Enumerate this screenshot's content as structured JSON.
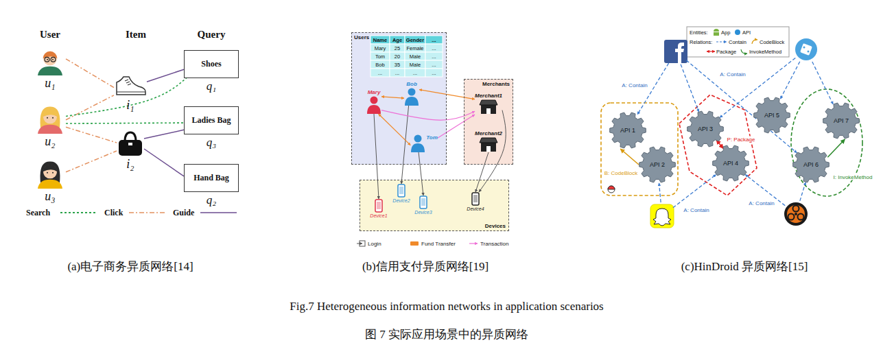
{
  "diagram": {
    "caption": "Fig.7 Heterogeneous information networks in application scenarios",
    "nodes": [
      {
        "text": [
          "u₁"
        ]
      },
      {
        "text": [
          "u₂"
        ]
      },
      {
        "text": [
          "u₃"
        ]
      },
      {
        "text": [
          "i₁"
        ]
      },
      {
        "text": [
          "i₂"
        ]
      },
      {
        "text": [
          "Shoes",
          "q₁"
        ]
      },
      {
        "text": [
          "Ladies Bag",
          "q₃"
        ]
      },
      {
        "text": [
          "Hand Bag",
          "q₂"
        ]
      },
      {
        "text": [
          "Users"
        ]
      },
      {
        "text": [
          "Mary"
        ],
        "in": 8
      },
      {
        "text": [
          "Bob"
        ],
        "in": 8
      },
      {
        "text": [
          "Tom"
        ],
        "in": 8
      },
      {
        "text": [
          "Merchants"
        ]
      },
      {
        "text": [
          "Merchant1"
        ],
        "in": 12
      },
      {
        "text": [
          "Merchant2"
        ],
        "in": 12
      },
      {
        "text": [
          "Devices"
        ]
      },
      {
        "text": [
          "Device1"
        ],
        "in": 15
      },
      {
        "text": [
          "Device2"
        ],
        "in": 15
      },
      {
        "text": [
          "Device3"
        ],
        "in": 15
      },
      {
        "text": [
          "Device4"
        ],
        "in": 15
      },
      {
        "text": [
          "API 1"
        ]
      },
      {
        "text": [
          "API 2"
        ]
      },
      {
        "text": [
          "API 3"
        ]
      },
      {
        "text": [
          "API 4"
        ]
      },
      {
        "text": [
          "API 5"
        ]
      },
      {
        "text": [
          "API 6"
        ]
      },
      {
        "text": [
          "API 7"
        ]
      }
    ],
    "edges": [
      {
        "from": 0,
        "to": 3,
        "arrow": "none"
      },
      {
        "from": 1,
        "to": 3,
        "arrow": "none"
      },
      {
        "from": 1,
        "to": 4,
        "arrow": "none"
      },
      {
        "from": 2,
        "to": 4,
        "arrow": "none"
      },
      {
        "from": 1,
        "to": 5,
        "arrow": "none"
      },
      {
        "from": 1,
        "to": 6,
        "arrow": "none"
      },
      {
        "from": 3,
        "to": 5,
        "arrow": "none"
      },
      {
        "from": 4,
        "to": 6,
        "arrow": "none"
      },
      {
        "from": 4,
        "to": 7,
        "arrow": "none"
      },
      {
        "from": 9,
        "to": 16,
        "arrow": "to"
      },
      {
        "from": 10,
        "to": 17,
        "arrow": "to"
      },
      {
        "from": 11,
        "to": 18,
        "arrow": "to"
      },
      {
        "from": 13,
        "to": 19,
        "arrow": "to"
      },
      {
        "from": 14,
        "to": 19,
        "arrow": "to"
      },
      {
        "from": 9,
        "to": 10,
        "arrow": "both"
      },
      {
        "from": 10,
        "to": 13,
        "arrow": "both"
      },
      {
        "from": 9,
        "to": 13,
        "arrow": "to"
      },
      {
        "from": 11,
        "to": 13,
        "arrow": "to"
      },
      {
        "from": 9,
        "to": 11,
        "arrow": "both"
      },
      {
        "from": 22,
        "to": 23,
        "arrow": "both",
        "label": "P: Package"
      },
      {
        "from": 21,
        "to": 20,
        "arrow": "to",
        "label": "B: CodeBlock"
      },
      {
        "from": 25,
        "to": 26,
        "arrow": "to",
        "label": "I: InvokeMethod"
      }
    ],
    "labels": [
      "User",
      "Item",
      "Query",
      "Name",
      "Age",
      "Gender",
      "...",
      "Mary",
      "25",
      "Female",
      "...",
      "Tom",
      "20",
      "Male",
      "...",
      "Bob",
      "35",
      "Male",
      "...",
      "...",
      "...",
      "...",
      "...",
      "Entities:",
      "Relations:",
      "A: Contain",
      "A: Contain",
      "A: Contain",
      "A: Contain",
      "(a)电子商务异质网络[14]",
      "(b)信用支付异质网络[19]",
      "(c)HinDroid 异质网络[15]",
      "图 7 实际应用场景中的异质网络"
    ],
    "legend": [
      {
        "text": "Search"
      },
      {
        "text": "Click"
      },
      {
        "text": "Guide"
      },
      {
        "text": "Login"
      },
      {
        "text": "Fund Transfer"
      },
      {
        "text": "Transaction"
      },
      {
        "text": "App"
      },
      {
        "text": "API"
      },
      {
        "text": "Contain"
      },
      {
        "text": "CodeBlock"
      },
      {
        "text": "Package"
      },
      {
        "text": "InvokeMethod"
      }
    ]
  }
}
